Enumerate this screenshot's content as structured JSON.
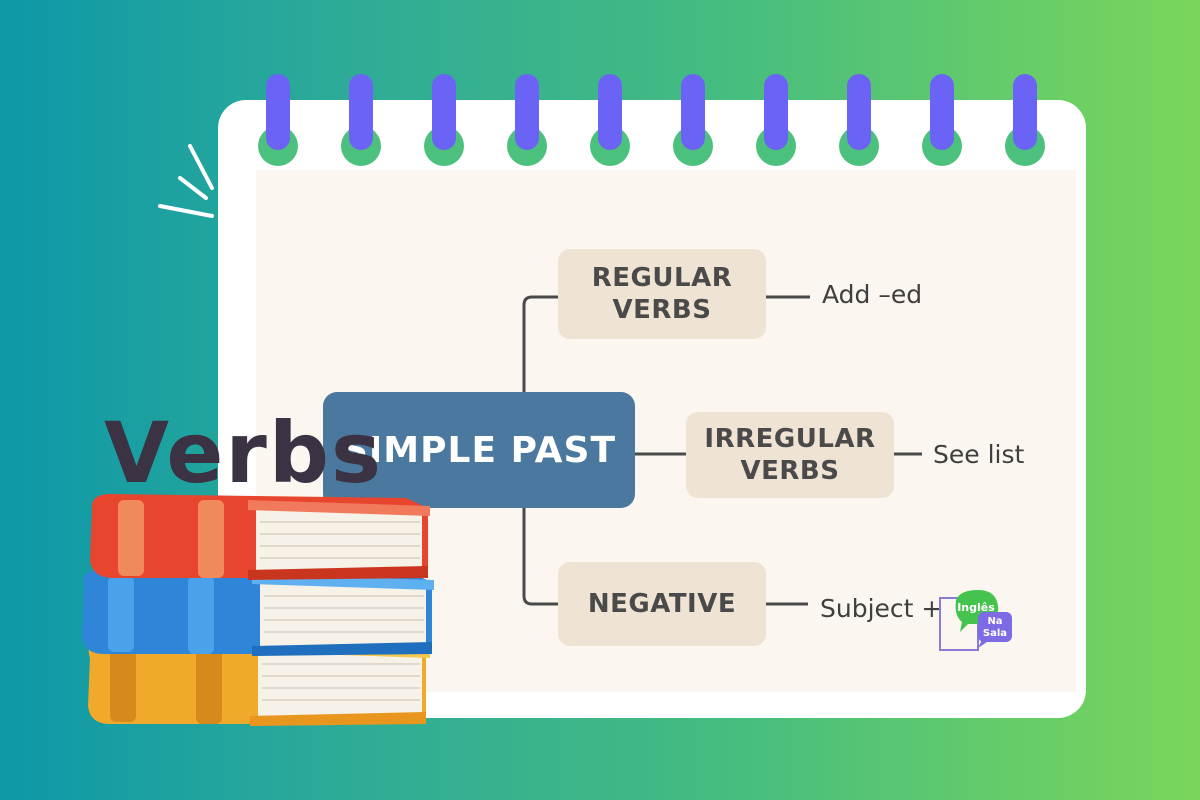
{
  "title": "Verbs",
  "center": "SIMPLE PAST",
  "branches": [
    {
      "label_line1": "REGULAR",
      "label_line2": "VERBS",
      "leaf": "Add –ed"
    },
    {
      "label_line1": "IRREGULAR",
      "label_line2": "VERBS",
      "leaf": "See list"
    },
    {
      "label_line1": "NEGATIVE",
      "label_line2": "",
      "leaf": "Subject + "
    }
  ],
  "logo": {
    "line1": "Inglês",
    "line2_a": "Na",
    "line2_b": "Sala"
  },
  "colors": {
    "center_node": "#4b789e",
    "branch_node": "#efe4d4",
    "ring": "#6b63f5",
    "ring_hole": "#4cc17d",
    "title": "#3b3243"
  }
}
